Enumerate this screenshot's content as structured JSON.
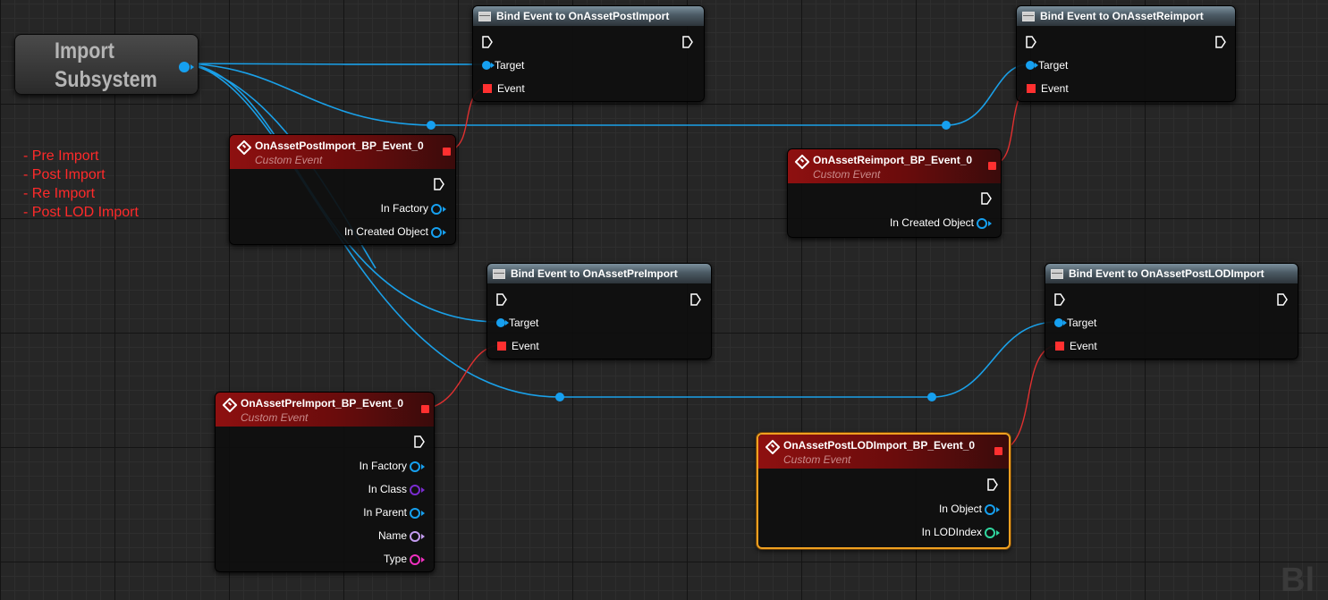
{
  "subsystem": {
    "title": "Import\nSubsystem"
  },
  "comment_lines": [
    "- Pre Import",
    "- Post Import",
    "- Re Import",
    "- Post LOD Import"
  ],
  "watermark": "Bl",
  "bind_nodes": [
    {
      "title": "Bind Event to OnAssetPostImport",
      "target": "Target",
      "event": "Event"
    },
    {
      "title": "Bind Event to OnAssetReimport",
      "target": "Target",
      "event": "Event"
    },
    {
      "title": "Bind Event to OnAssetPreImport",
      "target": "Target",
      "event": "Event"
    },
    {
      "title": "Bind Event to OnAssetPostLODImport",
      "target": "Target",
      "event": "Event"
    }
  ],
  "event_nodes": [
    {
      "title": "OnAssetPostImport_BP_Event_0",
      "subtitle": "Custom Event",
      "pins": [
        "In Factory",
        "In Created Object"
      ],
      "pin_colors": [
        "#16a0f0",
        "#16a0f0"
      ]
    },
    {
      "title": "OnAssetReimport_BP_Event_0",
      "subtitle": "Custom Event",
      "pins": [
        "In Created Object"
      ],
      "pin_colors": [
        "#16a0f0"
      ]
    },
    {
      "title": "OnAssetPreImport_BP_Event_0",
      "subtitle": "Custom Event",
      "pins": [
        "In Factory",
        "In Class",
        "In Parent",
        "Name",
        "Type"
      ],
      "pin_colors": [
        "#16a0f0",
        "#7a2cd0",
        "#16a0f0",
        "#c49cf0",
        "#f030c0"
      ]
    },
    {
      "title": "OnAssetPostLODImport_BP_Event_0",
      "subtitle": "Custom Event",
      "pins": [
        "In Object",
        "In LODIndex"
      ],
      "pin_colors": [
        "#16a0f0",
        "#30d8a0"
      ],
      "selected": true
    }
  ],
  "colors": {
    "object_wire": "#1aa0e8",
    "delegate_wire": "#e03030",
    "selection": "#f0a020"
  }
}
